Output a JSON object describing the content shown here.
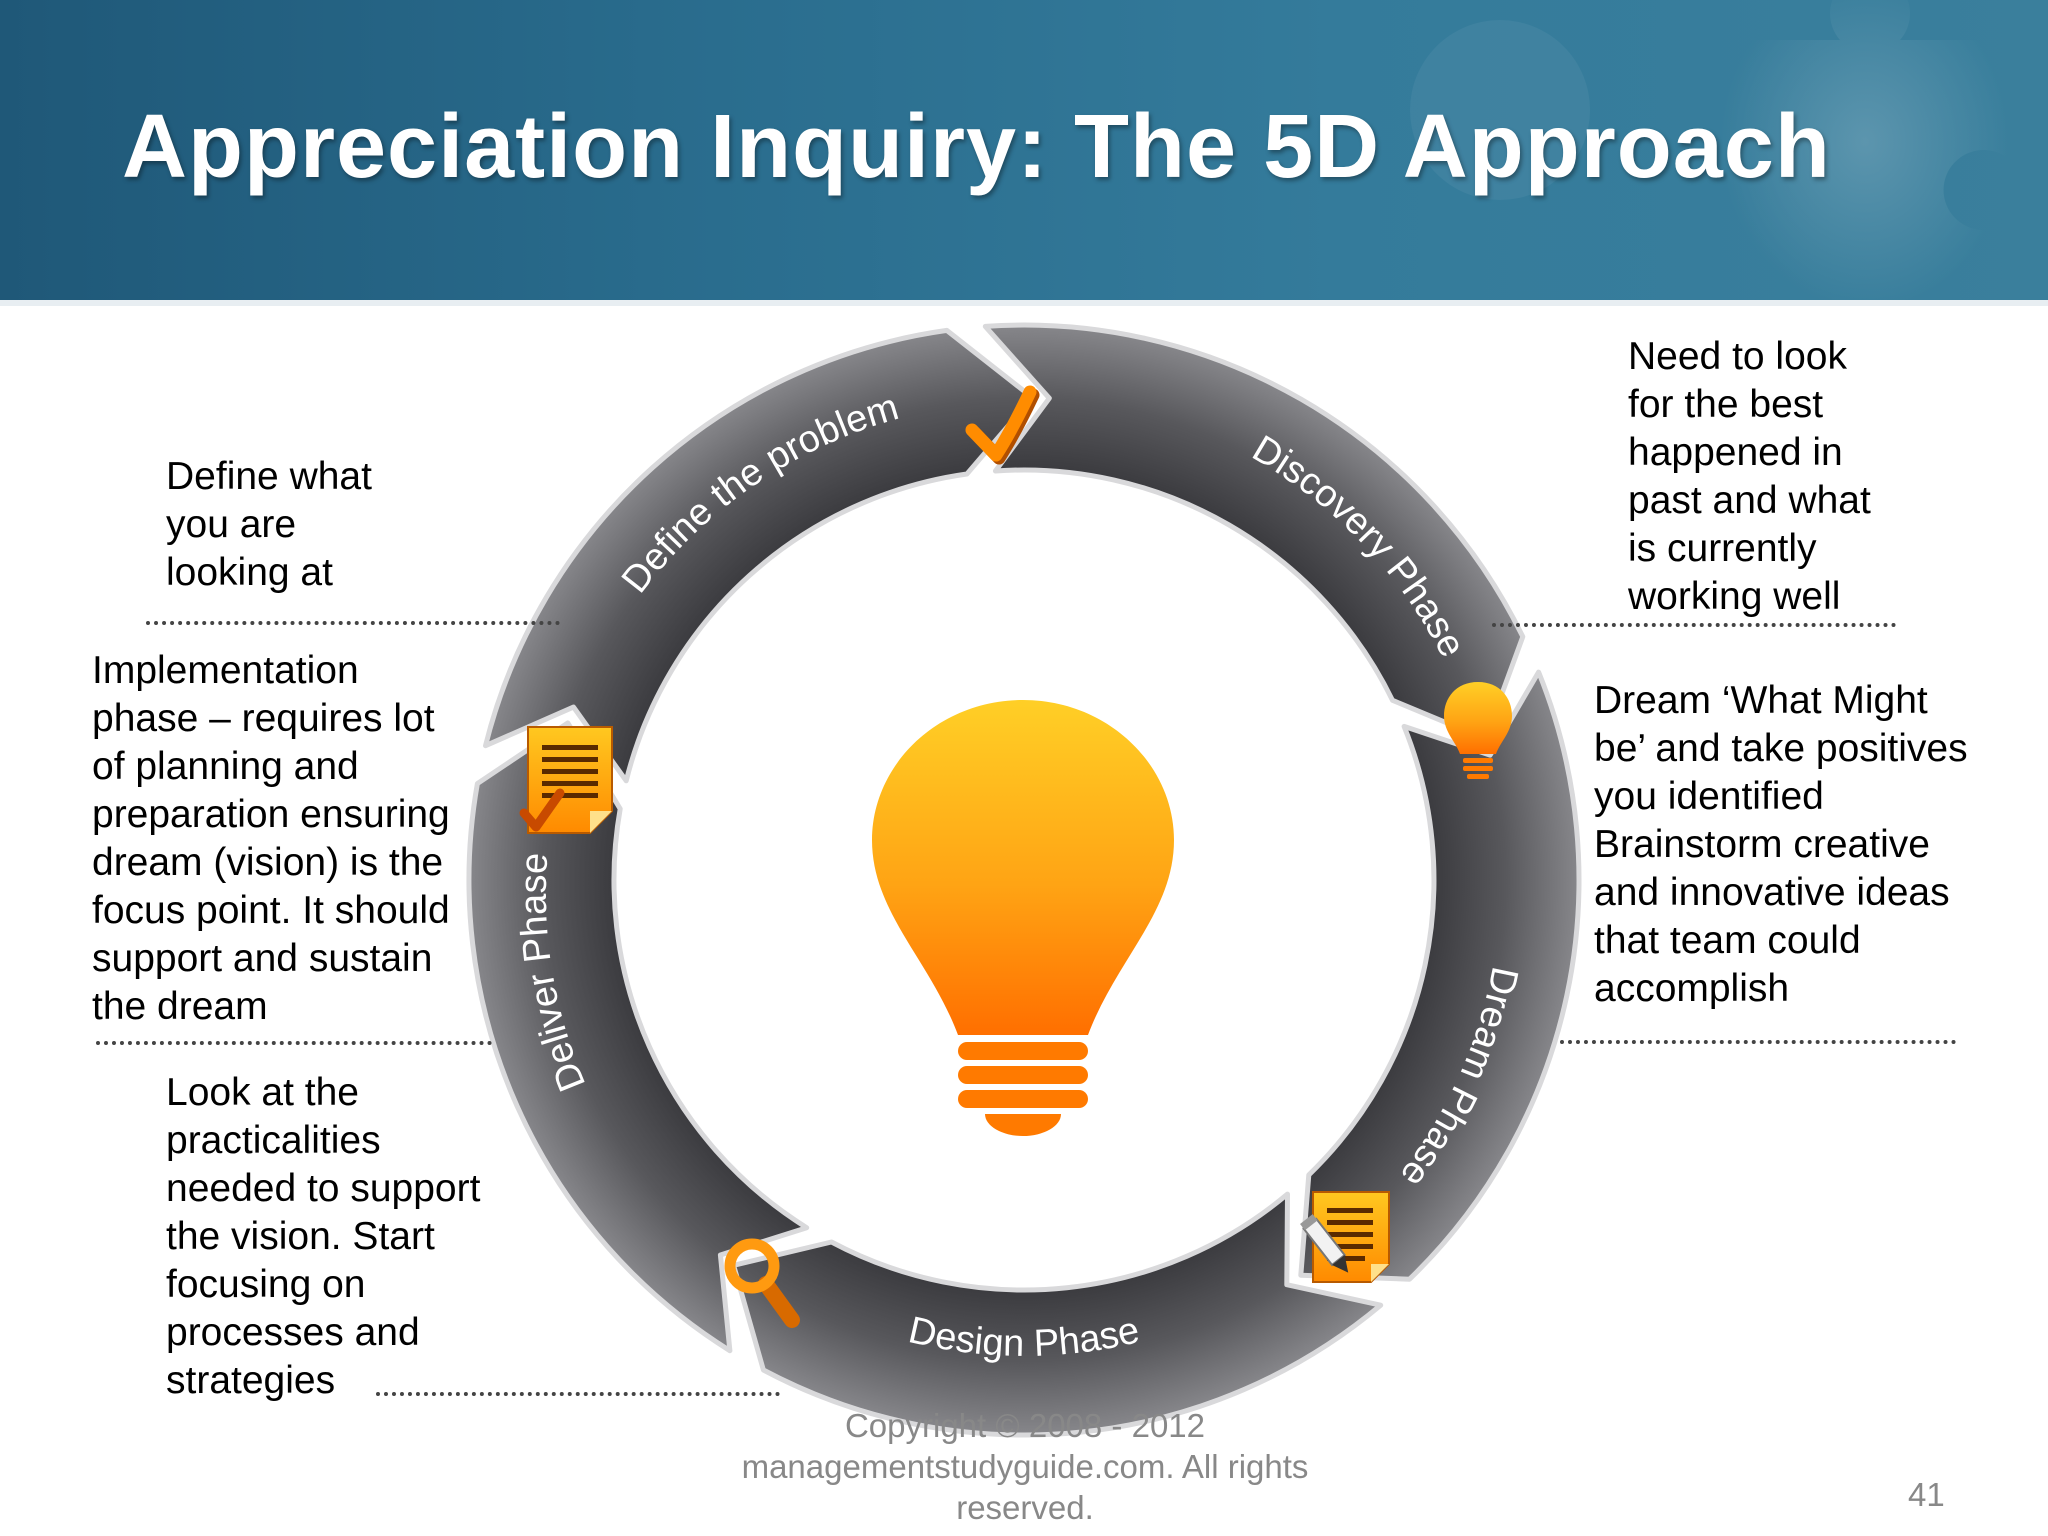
{
  "slide": {
    "title": "Appreciation Inquiry: The 5D Approach",
    "footer": "Copyright © 2008 - 2012 managementstudyguide.com. All rights reserved.",
    "page_number": "41"
  },
  "cycle": {
    "segments": [
      {
        "label": "Define the problem",
        "icon": "checkmark-icon"
      },
      {
        "label": "Discovery Phase",
        "icon": "lightbulb-icon"
      },
      {
        "label": "Dream Phase",
        "icon": "notepad-pen-icon"
      },
      {
        "label": "Design Phase",
        "icon": "magnifier-icon"
      },
      {
        "label": "Deliver Phase",
        "icon": "notepad-check-icon"
      }
    ],
    "center_icon": "lightbulb-icon"
  },
  "notes": {
    "define": "Define what\nyou are\nlooking at",
    "discovery": "Need to look\nfor the best\nhappened in\npast and what\nis currently\nworking well",
    "dream": "Dream ‘What Might\nbe’ and take positives\nyou identified\nBrainstorm creative\nand innovative ideas\nthat team could\naccomplish",
    "deliver": "Implementation\nphase – requires lot\nof planning and\npreparation ensuring\ndream (vision) is the\nfocus point. It should\nsupport and sustain\nthe dream",
    "design": "Look at the\npracticalities\nneeded to support\nthe vision. Start\nfocusing on\nprocesses and\nstrategies"
  },
  "colors": {
    "header": "#2a6d8e",
    "segment": "#4a4a4e",
    "accent_orange": "#ff8c00",
    "bulb_yellow": "#ffc21a"
  }
}
